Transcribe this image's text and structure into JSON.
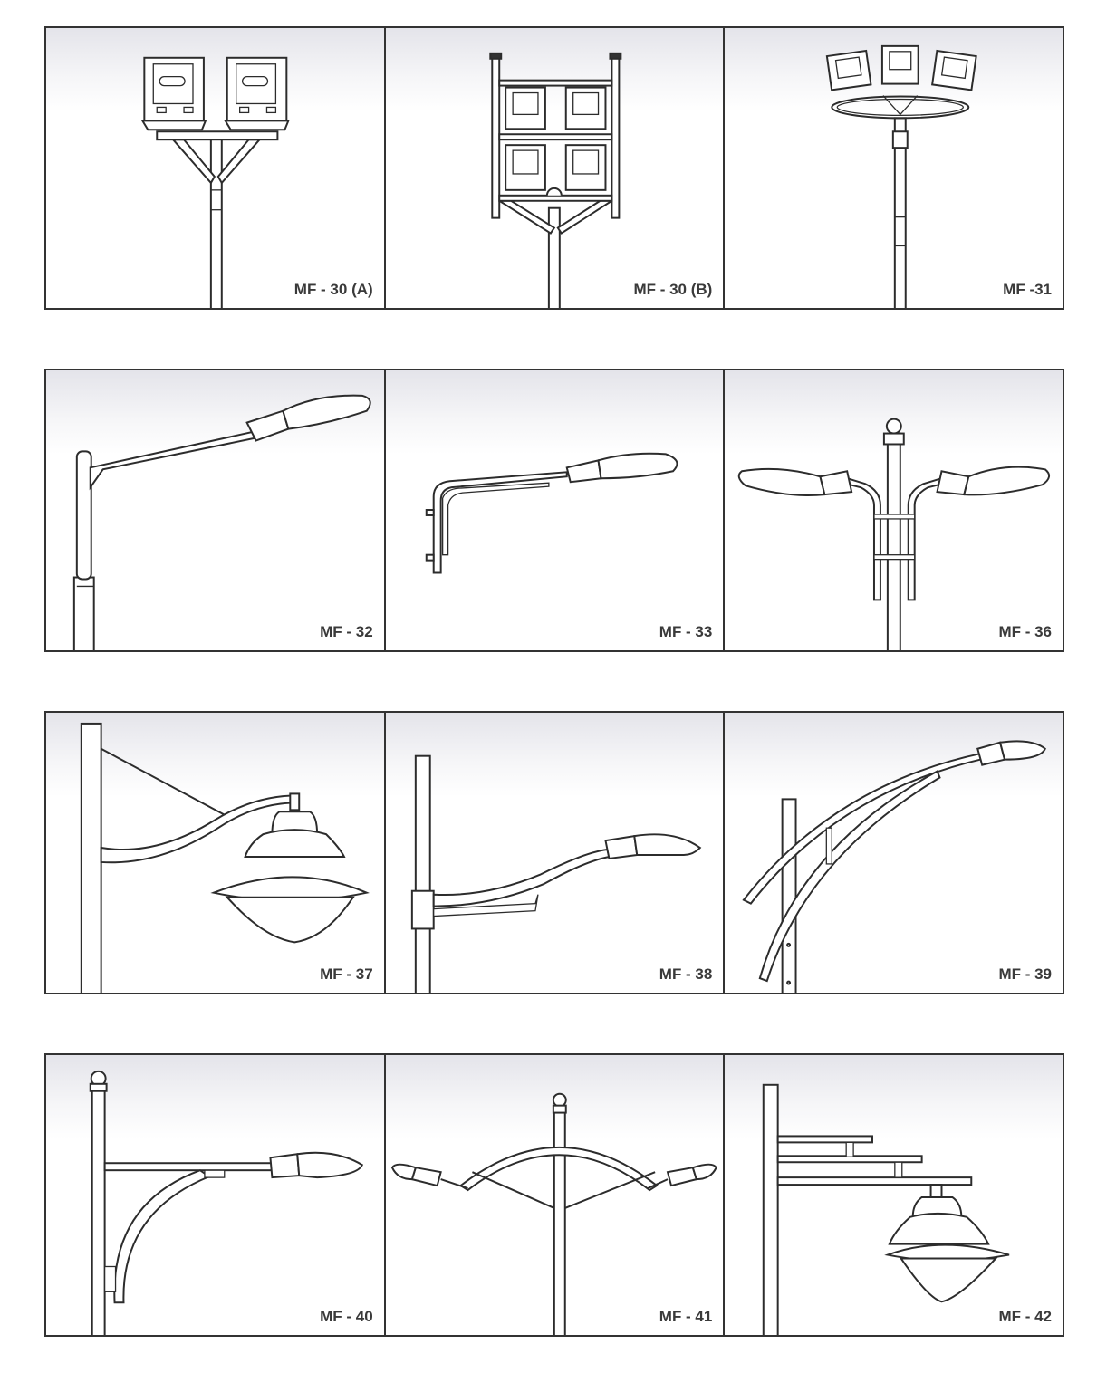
{
  "catalog": {
    "models": [
      {
        "code": "MF - 30 (A)"
      },
      {
        "code": "MF - 30 (B)"
      },
      {
        "code": "MF -31"
      },
      {
        "code": "MF - 32"
      },
      {
        "code": "MF - 33"
      },
      {
        "code": "MF - 36"
      },
      {
        "code": "MF - 37"
      },
      {
        "code": "MF - 38"
      },
      {
        "code": "MF - 39"
      },
      {
        "code": "MF - 40"
      },
      {
        "code": "MF - 41"
      },
      {
        "code": "MF - 42"
      }
    ]
  }
}
